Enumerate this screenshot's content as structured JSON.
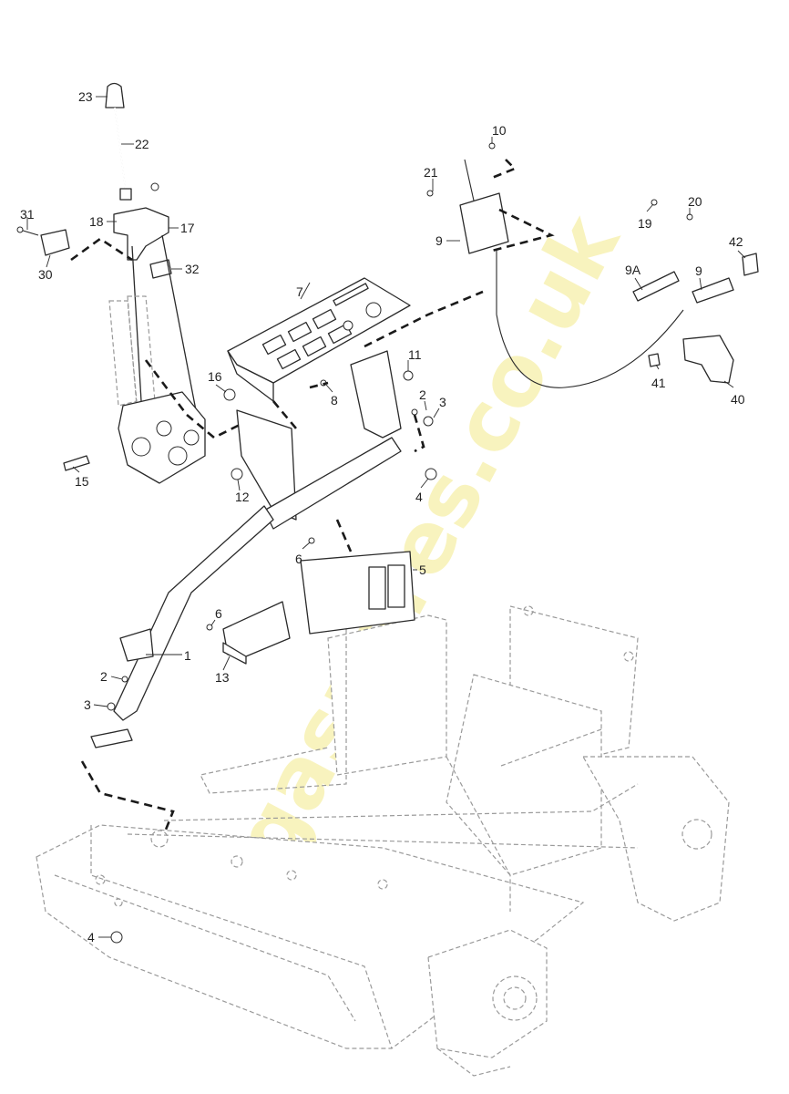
{
  "watermark": {
    "text": "stigaspares.co.uk"
  },
  "callouts": [
    {
      "id": "c23",
      "label": "23"
    },
    {
      "id": "c22",
      "label": "22"
    },
    {
      "id": "c31",
      "label": "31"
    },
    {
      "id": "c18",
      "label": "18"
    },
    {
      "id": "c17",
      "label": "17"
    },
    {
      "id": "c30",
      "label": "30"
    },
    {
      "id": "c32",
      "label": "32"
    },
    {
      "id": "c7",
      "label": "7"
    },
    {
      "id": "c10",
      "label": "10"
    },
    {
      "id": "c21",
      "label": "21"
    },
    {
      "id": "c9a",
      "label": "9"
    },
    {
      "id": "c19",
      "label": "19"
    },
    {
      "id": "c20",
      "label": "20"
    },
    {
      "id": "c42",
      "label": "42"
    },
    {
      "id": "c9A",
      "label": "9A"
    },
    {
      "id": "c9b",
      "label": "9"
    },
    {
      "id": "c11",
      "label": "11"
    },
    {
      "id": "c41",
      "label": "41"
    },
    {
      "id": "c40",
      "label": "40"
    },
    {
      "id": "c16",
      "label": "16"
    },
    {
      "id": "c8",
      "label": "8"
    },
    {
      "id": "c2a",
      "label": "2"
    },
    {
      "id": "c3a",
      "label": "3"
    },
    {
      "id": "c15",
      "label": "15"
    },
    {
      "id": "c12",
      "label": "12"
    },
    {
      "id": "c4a",
      "label": "4"
    },
    {
      "id": "c6a",
      "label": "6"
    },
    {
      "id": "c5",
      "label": "5"
    },
    {
      "id": "c6b",
      "label": "6"
    },
    {
      "id": "c1",
      "label": "1"
    },
    {
      "id": "c13",
      "label": "13"
    },
    {
      "id": "c2b",
      "label": "2"
    },
    {
      "id": "c3b",
      "label": "3"
    },
    {
      "id": "c4b",
      "label": "4"
    }
  ]
}
